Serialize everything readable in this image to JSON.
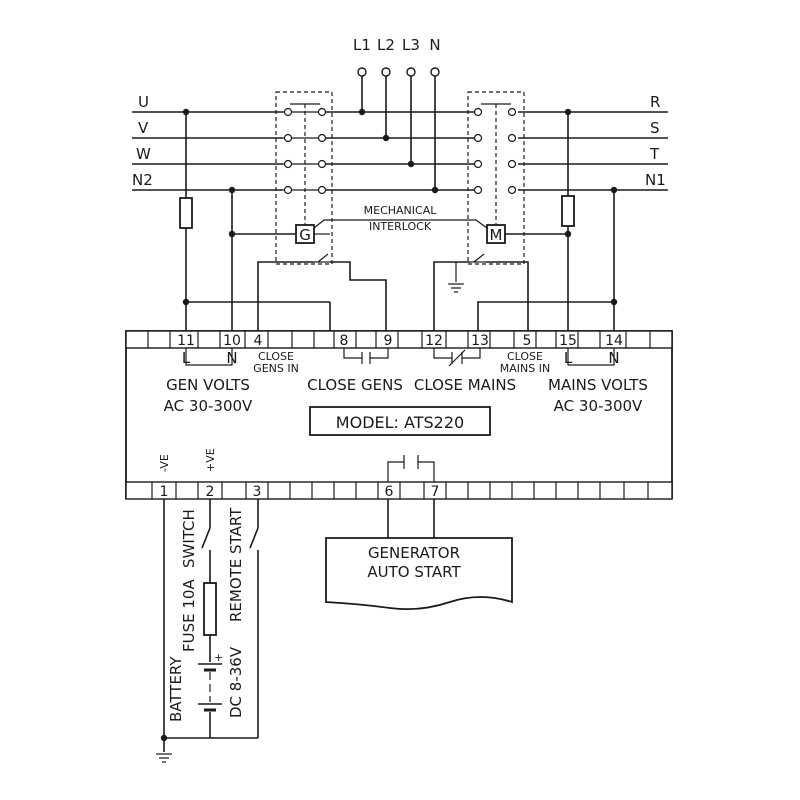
{
  "supply_top": {
    "l1": "L1",
    "l2": "L2",
    "l3": "L3",
    "n": "N"
  },
  "gen_lines": {
    "u": "U",
    "v": "V",
    "w": "W",
    "n2": "N2"
  },
  "mains_lines": {
    "r": "R",
    "s": "S",
    "t": "T",
    "n1": "N1"
  },
  "interlock": {
    "line1": "MECHANICAL",
    "line2": "INTERLOCK"
  },
  "contactors": {
    "gen": "G",
    "mains": "M"
  },
  "top_terminals": [
    "11",
    "10",
    "4",
    "8",
    "9",
    "12",
    "13",
    "5",
    "15",
    "14"
  ],
  "top_labels": {
    "gen_l": "L",
    "gen_n": "N",
    "close_gens_in_1": "CLOSE",
    "close_gens_in_2": "GENS IN",
    "close_mains_in_1": "CLOSE",
    "close_mains_in_2": "MAINS IN",
    "mains_l": "L",
    "mains_n": "N",
    "gen_volts": "GEN VOLTS",
    "gen_range": "AC 30-300V",
    "close_gens": "CLOSE GENS",
    "close_mains": "CLOSE MAINS",
    "mains_volts": "MAINS VOLTS",
    "mains_range": "AC 30-300V"
  },
  "model": "MODEL: ATS220",
  "bottom_terminals": [
    "1",
    "2",
    "3",
    "6",
    "7"
  ],
  "bottom_labels": {
    "neg": "-VE",
    "pos": "+VE"
  },
  "battery": {
    "battery": "BATTERY",
    "fuse": "FUSE 10A",
    "switch": "SWITCH",
    "dc": "DC 8-36V",
    "remote": "REMOTE START",
    "plus": "+"
  },
  "generator": {
    "line1": "GENERATOR",
    "line2": "AUTO START"
  }
}
